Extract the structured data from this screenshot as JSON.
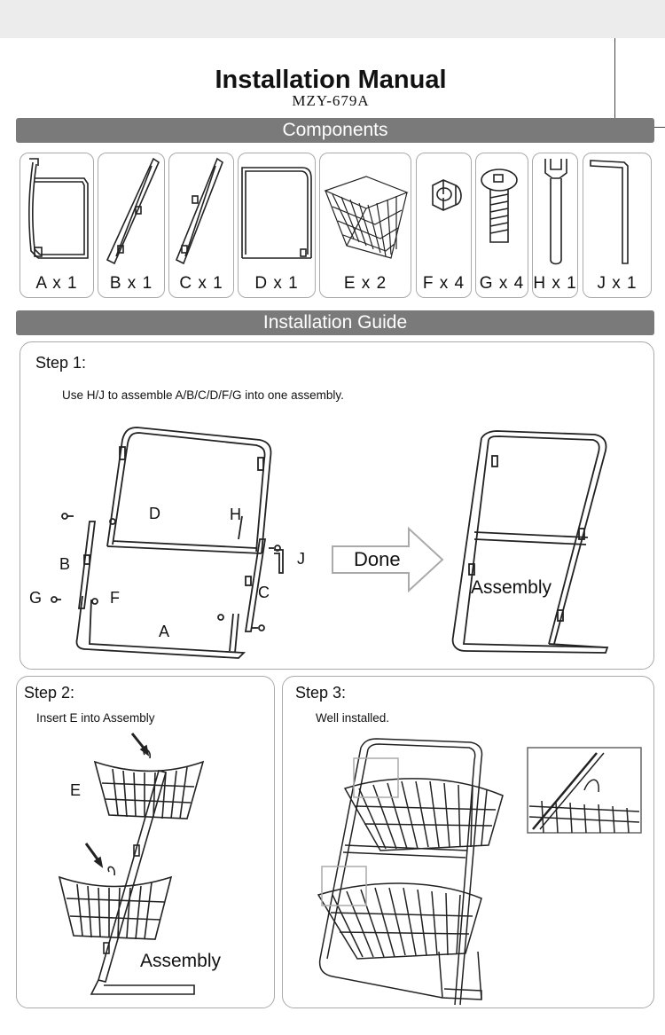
{
  "header": {
    "title": "Installation Manual",
    "model": "MZY-679A"
  },
  "sections": {
    "components": "Components",
    "guide": "Installation Guide"
  },
  "components": [
    {
      "label": "A x 1",
      "icon": "base-frame-icon"
    },
    {
      "label": "B x 1",
      "icon": "left-tube-icon"
    },
    {
      "label": "C x 1",
      "icon": "right-tube-icon"
    },
    {
      "label": "D x 1",
      "icon": "top-frame-icon"
    },
    {
      "label": "E x 2",
      "icon": "wire-basket-icon"
    },
    {
      "label": "F x 4",
      "icon": "nut-icon"
    },
    {
      "label": "G x 4",
      "icon": "bolt-icon"
    },
    {
      "label": "H x 1",
      "icon": "wrench-icon"
    },
    {
      "label": "J x 1",
      "icon": "hex-key-icon"
    }
  ],
  "step1": {
    "title": "Step 1:",
    "text": "Use H/J to assemble A/B/C/D/F/G into one assembly.",
    "labels": {
      "d": "D",
      "h": "H",
      "j": "J",
      "b": "B",
      "c": "C",
      "g": "G",
      "f": "F",
      "a": "A"
    },
    "done": "Done",
    "assembly": "Assembly"
  },
  "step2": {
    "title": "Step 2:",
    "text": "Insert E into Assembly",
    "label_e": "E",
    "assembly": "Assembly"
  },
  "step3": {
    "title": "Step 3:",
    "text": "Well installed."
  }
}
